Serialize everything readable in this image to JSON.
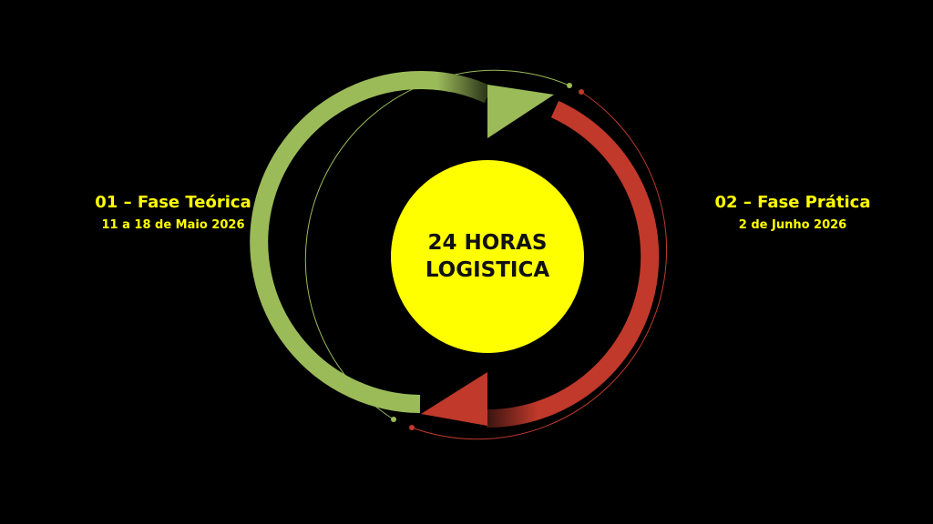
{
  "center": {
    "line1": "24 HORAS",
    "line2": "LOGISTICA"
  },
  "phases": [
    {
      "title": "01 – Fase Teórica",
      "date": "11 a 18 de Maio 2026"
    },
    {
      "title": "02 – Fase Prática",
      "date": "2 de Junho 2026"
    }
  ],
  "colors": {
    "accent": "#ffff00",
    "green": "#9bbb59",
    "red": "#c0392b",
    "background": "#000000"
  }
}
